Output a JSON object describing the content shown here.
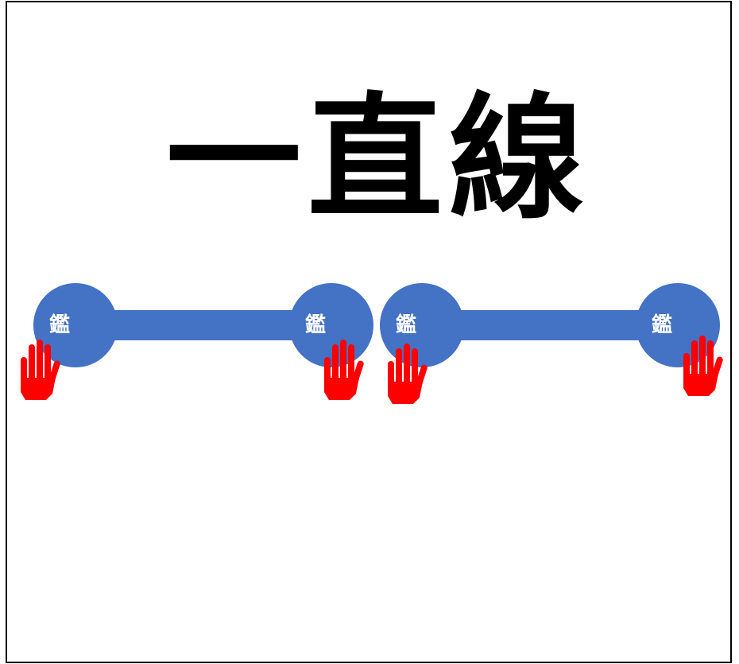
{
  "title": "一直線",
  "node_label": "鑑",
  "colors": {
    "node": "#4472C4",
    "bar": "#4472C4",
    "hand": "#FF0000",
    "border": "#000000"
  },
  "segments": [
    {
      "nodes": [
        {
          "label": "鑑",
          "hand_icon": "red-hand-icon"
        },
        {
          "label": "鑑",
          "hand_icon": "red-hand-icon"
        }
      ]
    },
    {
      "nodes": [
        {
          "label": "鑑",
          "hand_icon": "red-hand-icon"
        },
        {
          "label": "鑑",
          "hand_icon": "red-hand-icon"
        }
      ]
    }
  ]
}
